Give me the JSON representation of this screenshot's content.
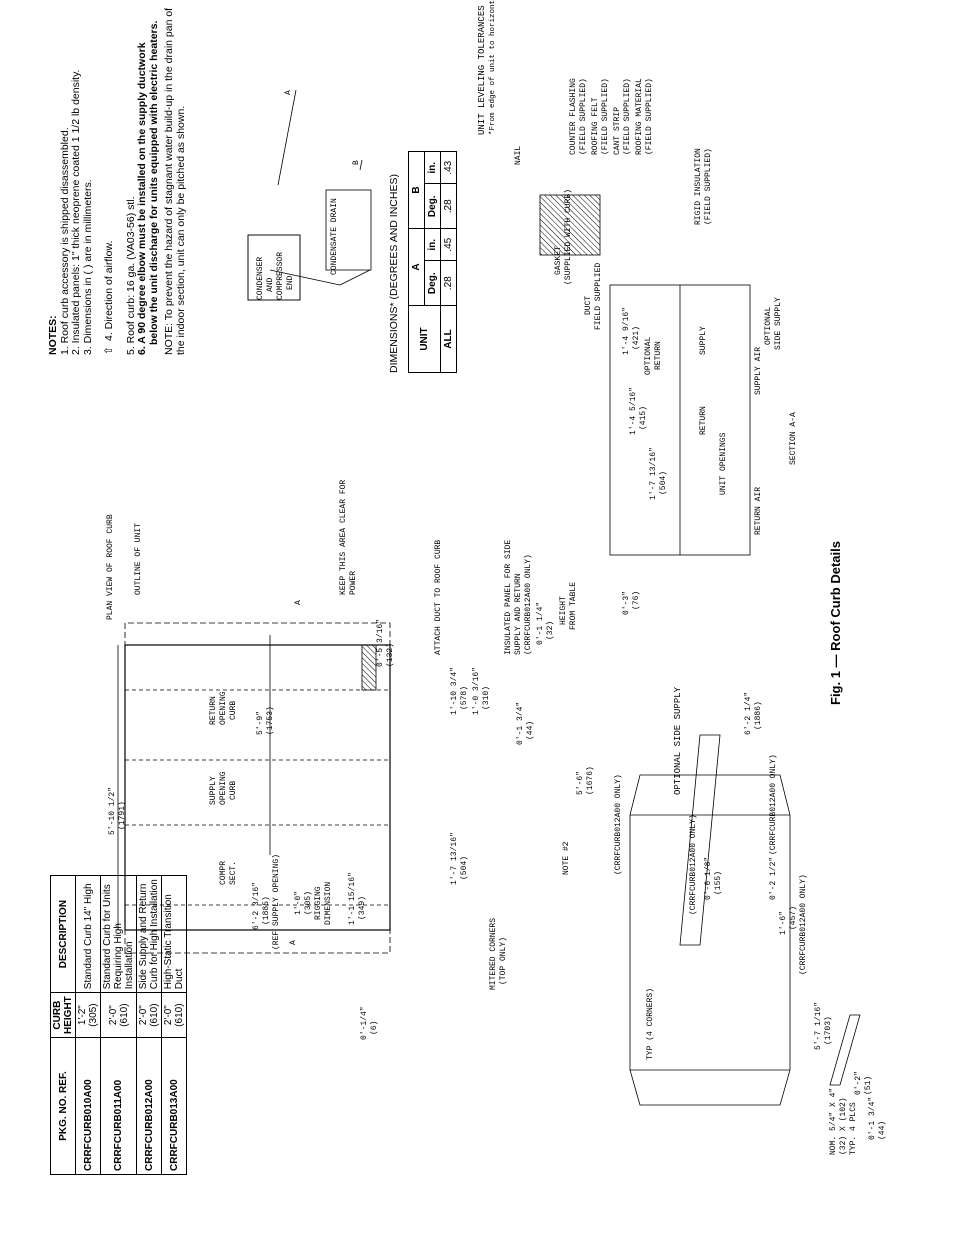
{
  "package_table": {
    "headers": [
      "PKG. NO. REF.",
      "CURB HEIGHT",
      "DESCRIPTION"
    ],
    "rows": [
      {
        "pkg": "CRRFCURB010A00",
        "height": "1'-2\"",
        "height_mm": "(305)",
        "description": "Standard Curb 14\" High"
      },
      {
        "pkg": "CRRFCURB011A00",
        "height": "2'-0\"",
        "height_mm": "(610)",
        "description": "Standard Curb for Units Requiring High Installation"
      },
      {
        "pkg": "CRRFCURB012A00",
        "height": "2'-0\"",
        "height_mm": "(610)",
        "description": "Side Supply and Return Curb for High Installation"
      },
      {
        "pkg": "CRRFCURB013A00",
        "height": "2'-0\"",
        "height_mm": "(610)",
        "description": "High-Static Transition Duct"
      }
    ]
  },
  "notes": {
    "title": "NOTES:",
    "items": [
      "1. Roof curb accessory is shipped disassembled.",
      "2. Insulated panels: 1\" thick neoprene coated 1 1/2 lb density.",
      "3. Dimensions in ( ) are in millimeters.",
      "4. Direction of airflow.",
      "5. Roof curb: 16 ga. (VA03-56) stl.",
      "6. A 90 degree elbow must be installed on the supply ductwork",
      "below the unit discharge for units equipped with electric heaters.",
      "NOTE: To prevent the hazard of stagnant water build-up in the drain pan of",
      "the indoor section, unit can only be pitched as shown."
    ]
  },
  "dimensions_table": {
    "title": "DIMENSIONS* (DEGREES AND INCHES)",
    "unit_header": "UNIT",
    "a_header": "A",
    "b_header": "B",
    "sub_headers": [
      "Deg.",
      "in.",
      "Deg.",
      "in."
    ],
    "row": [
      "ALL",
      ".28",
      ".45",
      ".28",
      ".43"
    ]
  },
  "leveling": {
    "title": "UNIT LEVELING TOLERANCES",
    "subtitle": "*From edge of unit to horizontal.",
    "condensate_drain": "CONDENSATE DRAIN",
    "end_label_1": "CONDENSER",
    "end_label_2": "AND",
    "end_label_3": "COMPRESSOR",
    "end_label_4": "END",
    "a": "A",
    "b": "B"
  },
  "plan_view": {
    "plan_label": "PLAN VIEW OF ROOF CURB",
    "outline_label": "OUTLINE OF UNIT",
    "keep_clear_1": "KEEP THIS AREA CLEAR FOR",
    "keep_clear_2": "POWER",
    "attach": "ATTACH DUCT TO ROOF CURB",
    "return_1": "RETURN",
    "return_2": "OPENING",
    "return_3": "CURB",
    "supply_1": "SUPPLY",
    "supply_2": "OPENING",
    "supply_3": "CURB",
    "compr_1": "COMPR",
    "compr_2": "SECT.",
    "dim_top": "5'-10 1/2\"",
    "dim_top_mm": "(1791)",
    "dim_5_9": "5'-9\"",
    "dim_5_9_mm": "(1753)",
    "dim_0_5": "0'-5 3/16\"",
    "dim_0_5_mm": "(132)",
    "dim_6_2": "6'-2 3/16\"",
    "dim_6_2_mm": "(1885)",
    "dim_6_2_note": "(REF SUPPLY OPENING)",
    "dim_1_0": "1'-0\"",
    "dim_1_0_mm": "(305)",
    "rigging_1": "RIGGING",
    "rigging_2": "DIMENSION",
    "dim_1_10": "1'-10 3/4\"",
    "dim_1_10_mm": "(578)",
    "dim_1_0_3": "1'-0 3/16\"",
    "dim_1_0_3_mm": "(310)",
    "dim_1_7": "1'-7 13/16\"",
    "dim_1_7_mm": "(504)",
    "dim_1_1": "1'-1 15/16\"",
    "dim_1_1_mm": "(349)",
    "dim_0_1": "0'-1/4\"",
    "dim_0_1_mm": "(6)",
    "a": "A"
  },
  "iso_view": {
    "mitered": "MITERED CORNERS",
    "top_only": "(TOP ONLY)",
    "note2": "NOTE #2",
    "typ": "TYP (4 CORNERS)",
    "nom_1": "NOM. 5/4\" X 4\"",
    "nom_2": "(32) X (102)",
    "nom_3": "TYP. 4 PLCS",
    "d0_2": "0'-2\"",
    "d0_2_mm": "(51)",
    "d0_1": "0'-1 3/4\"",
    "d0_1_mm": "(44)",
    "d0_1_top": "0'-1 3/4\"",
    "d0_1_top_mm": "(44)",
    "insulated_1": "INSULATED PANEL FOR SIDE",
    "insulated_2": "SUPPLY AND RETURN",
    "insulated_3": "(CRRFCURB012A00 ONLY)",
    "d0_1_4": "0'-1 1/4\"",
    "d0_1_4_mm": "(32)",
    "height_1": "HEIGHT",
    "height_2": "FROM TABLE",
    "d0_3": "0'-3\"",
    "d0_3_mm": "(76)",
    "d5_6": "5'-6\"",
    "d5_6_mm": "(1676)",
    "d5_6_note": "(CRRFCURB012A00 ONLY)",
    "d6_2": "6'-2 1/4\"",
    "d6_2_mm": "(1886)",
    "d0_2_1_2": "0'-2 1/2\"",
    "d0_2_1_2_note": "(CRRFCURB012A00 ONLY)",
    "d0_6": "0'-6 1/8\"",
    "d0_6_mm": "(155)",
    "d0_6_note": "(CRRFCURB012A00 ONLY)",
    "d1_6": "1'-6\"",
    "d1_6_mm": "(457)",
    "d1_6_note": "(CRRFCURB012A00 ONLY)",
    "d5_7": "5'-7 1/16\"",
    "d5_7_mm": "(1703)",
    "optional": "OPTIONAL SIDE SUPPLY"
  },
  "section": {
    "nail": "NAIL",
    "counter_1": "COUNTER FLASHING",
    "counter_2": "(FIELD SUPPLIED)",
    "felt_1": "ROOFING FELT",
    "felt_2": "(FIELD SUPPLIED)",
    "cant_1": "CANT STRIP",
    "cant_2": "(FIELD SUPPLIED)",
    "roofing_1": "ROOFING MATERIAL",
    "roofing_2": "(FIELD SUPPLIED)",
    "gasket_1": "GASKET",
    "gasket_2": "(SUPPLIED WITH CURB)",
    "rigid_1": "RIGID INSULATION",
    "rigid_2": "(FIELD SUPPLIED)",
    "duct_1": "DUCT",
    "duct_2": "FIELD SUPPLIED",
    "d1_4_9": "1'-4 9/16\"",
    "d1_4_9_mm": "(421)",
    "optional_return_1": "OPTIONAL",
    "optional_return_2": "RETURN",
    "optional_side_1": "OPTIONAL",
    "optional_side_2": "SIDE SUPPLY",
    "d1_4_5": "1'-4 5/16\"",
    "d1_4_5_mm": "(415)",
    "return": "RETURN",
    "d1_7": "1'-7 13/16\"",
    "d1_7_mm": "(504)",
    "unit_openings": "UNIT OPENINGS",
    "supply": "SUPPLY",
    "supply_air": "SUPPLY AIR",
    "return_air": "RETURN AIR",
    "section_aa": "SECTION A-A"
  },
  "caption": "Fig. 1 — Roof Curb Details"
}
